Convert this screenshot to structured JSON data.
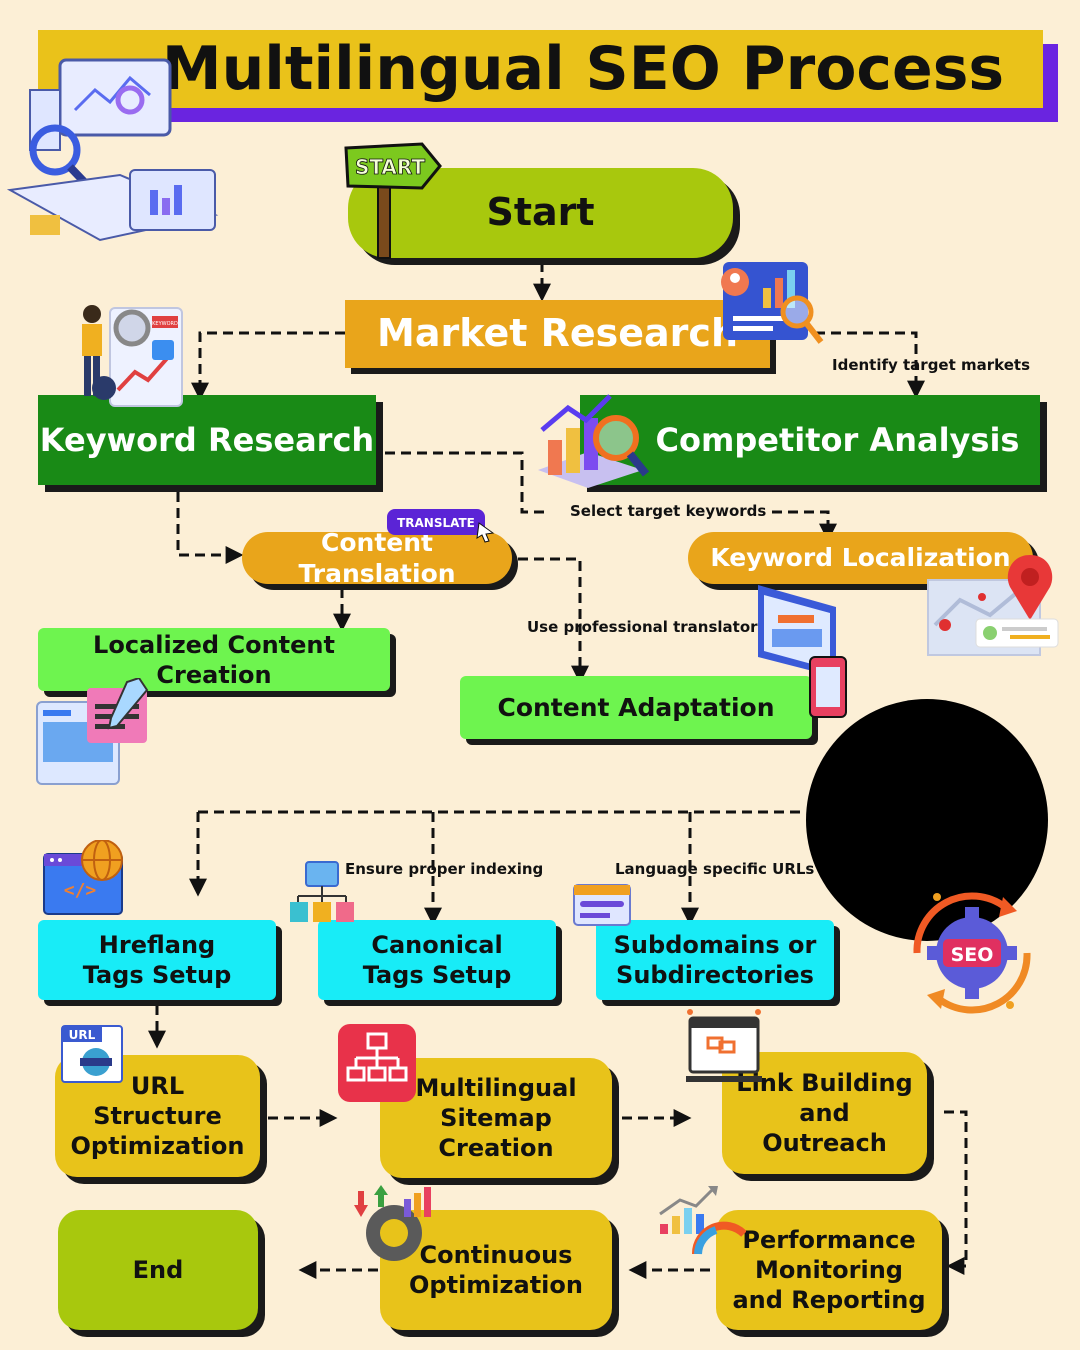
{
  "title": "Multilingual SEO Process",
  "nodes": {
    "start": "Start",
    "market_research": "Market Research",
    "keyword_research": "Keyword Research",
    "competitor_analysis": "Competitor Analysis",
    "content_translation": "Content Translation",
    "keyword_localization": "Keyword Localization",
    "localized_content_creation": "Localized Content Creation",
    "content_adaptation": "Content Adaptation",
    "hreflang_tags_setup": "Hreflang Tags Setup",
    "canonical_tags_setup": "Canonical Tags Setup",
    "subdomains_or_subdirectories": "Subdomains or Subdirectories",
    "url_structure_optimization": "URL Structure Optimization",
    "multilingual_sitemap_creation": "Multilingual Sitemap Creation",
    "link_building_and_outreach": "Link Building and Outreach",
    "performance_monitoring_and_reporting": "Performance Monitoring and Reporting",
    "continuous_optimization": "Continuous Optimization",
    "end": "End"
  },
  "notes": {
    "identify_target_markets": "Identify target markets",
    "select_target_keywords": "Select target keywords",
    "use_professional_translators": "Use professional translators",
    "ensure_proper_indexing": "Ensure proper indexing",
    "language_specific_urls": "Language specific URLs"
  },
  "icon_labels": {
    "start_sign": "START",
    "translate_badge": "TRANSLATE",
    "keyword_tag": "KEYWORD",
    "url_tag": "URL",
    "seo_badge": "SEO"
  },
  "colors": {
    "background": "#fcefd6",
    "title_bar": "#eac21a",
    "title_shadow": "#6a24e0",
    "lime": "#a8c80d",
    "orange": "#e9a51b",
    "dark_green": "#198a16",
    "bright_green": "#6ef44f",
    "cyan": "#18ecf7",
    "gold": "#e8c31a"
  },
  "icons": [
    "monitor-analytics-icon",
    "start-signpost-icon",
    "report-magnifier-icon",
    "person-keyword-icon",
    "chart-magnifier-icon",
    "translate-badge-icon",
    "map-pin-icon",
    "web-dashboard-icon",
    "content-editor-icon",
    "seo-gear-icon",
    "globe-code-icon",
    "sitemap-tree-icon",
    "url-document-icon",
    "link-window-icon",
    "settings-chart-icon",
    "growth-chart-icon"
  ]
}
